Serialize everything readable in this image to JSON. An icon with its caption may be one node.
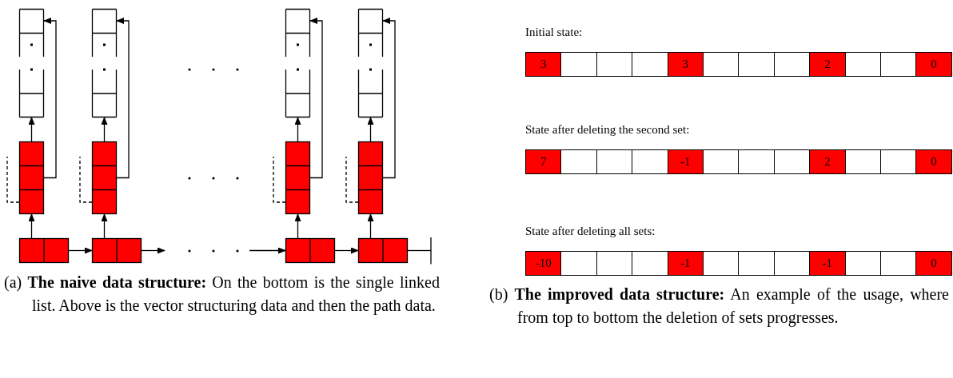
{
  "diagram": {
    "nodes": [
      {
        "text": [],
        "shape": "box"
      },
      {
        "text": [],
        "shape": "box"
      },
      {
        "text": [],
        "shape": "box"
      },
      {
        "text": [],
        "shape": "box"
      },
      {
        "text": [],
        "shape": "box"
      },
      {
        "text": [],
        "shape": "box"
      },
      {
        "text": [],
        "shape": "box"
      },
      {
        "text": [],
        "shape": "box"
      },
      {
        "text": [],
        "shape": "box"
      },
      {
        "text": [],
        "shape": "box"
      },
      {
        "text": [],
        "shape": "box"
      },
      {
        "text": [],
        "shape": "box"
      },
      {
        "text": [
          "3"
        ]
      },
      {
        "text": [],
        "shape": "box"
      },
      {
        "text": [],
        "shape": "box"
      },
      {
        "text": [],
        "shape": "box"
      },
      {
        "text": [
          "3"
        ]
      },
      {
        "text": [],
        "shape": "box"
      },
      {
        "text": [],
        "shape": "box"
      },
      {
        "text": [],
        "shape": "box"
      },
      {
        "text": [
          "2"
        ]
      },
      {
        "text": [],
        "shape": "box"
      },
      {
        "text": [],
        "shape": "box"
      },
      {
        "text": [
          "0"
        ]
      },
      {
        "text": [
          "7"
        ]
      },
      {
        "text": [],
        "shape": "box"
      },
      {
        "text": [],
        "shape": "box"
      },
      {
        "text": [],
        "shape": "box"
      },
      {
        "text": [
          "-1"
        ]
      },
      {
        "text": [],
        "shape": "box"
      },
      {
        "text": [],
        "shape": "box"
      },
      {
        "text": [],
        "shape": "box"
      },
      {
        "text": [
          "2"
        ]
      },
      {
        "text": [],
        "shape": "box"
      },
      {
        "text": [],
        "shape": "box"
      },
      {
        "text": [
          "0"
        ]
      },
      {
        "text": [
          "-10"
        ]
      },
      {
        "text": [],
        "shape": "box"
      },
      {
        "text": [],
        "shape": "box"
      },
      {
        "text": [],
        "shape": "box"
      },
      {
        "text": [
          "-1"
        ]
      },
      {
        "text": [],
        "shape": "box"
      },
      {
        "text": [],
        "shape": "box"
      },
      {
        "text": [],
        "shape": "box"
      },
      {
        "text": [
          "-1"
        ]
      },
      {
        "text": [],
        "shape": "box"
      },
      {
        "text": [],
        "shape": "box"
      },
      {
        "text": [
          "0"
        ]
      }
    ],
    "edges": [
      {
        "from": 2,
        "to": 1,
        "arrow": "to"
      },
      {
        "from": 1,
        "to": 0,
        "arrow": "to"
      },
      {
        "from": 1,
        "to": 0,
        "arrow": "to"
      },
      {
        "from": 1,
        "to": null,
        "arrow": "none",
        "style": "dashed"
      },
      {
        "from": 5,
        "to": 4,
        "arrow": "to"
      },
      {
        "from": 4,
        "to": 3,
        "arrow": "to"
      },
      {
        "from": 4,
        "to": 3,
        "arrow": "to"
      },
      {
        "from": 4,
        "to": null,
        "arrow": "none",
        "style": "dashed"
      },
      {
        "from": 8,
        "to": 7,
        "arrow": "to"
      },
      {
        "from": 7,
        "to": 6,
        "arrow": "to"
      },
      {
        "from": 7,
        "to": 6,
        "arrow": "to"
      },
      {
        "from": 7,
        "to": null,
        "arrow": "none",
        "style": "dashed"
      },
      {
        "from": 11,
        "to": 10,
        "arrow": "to"
      },
      {
        "from": 10,
        "to": 9,
        "arrow": "to"
      },
      {
        "from": 10,
        "to": 9,
        "arrow": "to"
      },
      {
        "from": 10,
        "to": null,
        "arrow": "none",
        "style": "dashed"
      },
      {
        "from": 2,
        "to": 5,
        "arrow": "to"
      },
      {
        "from": 5,
        "to": null,
        "arrow": "to"
      },
      {
        "from": null,
        "to": 8,
        "arrow": "to"
      },
      {
        "from": 8,
        "to": 11,
        "arrow": "to"
      },
      {
        "from": 11,
        "to": null,
        "arrow": "other"
      }
    ],
    "labels": [
      "Initial state:",
      "State after deleting the second set:",
      "State after deleting all sets:",
      "(a) **The naive data structure:** On the bottom is the single linked list. Above is the vector structuring data and then the path data.",
      "(b) **The improved data structure:** An example of the usage, where from top to bottom the deletion of sets progresses."
    ]
  }
}
